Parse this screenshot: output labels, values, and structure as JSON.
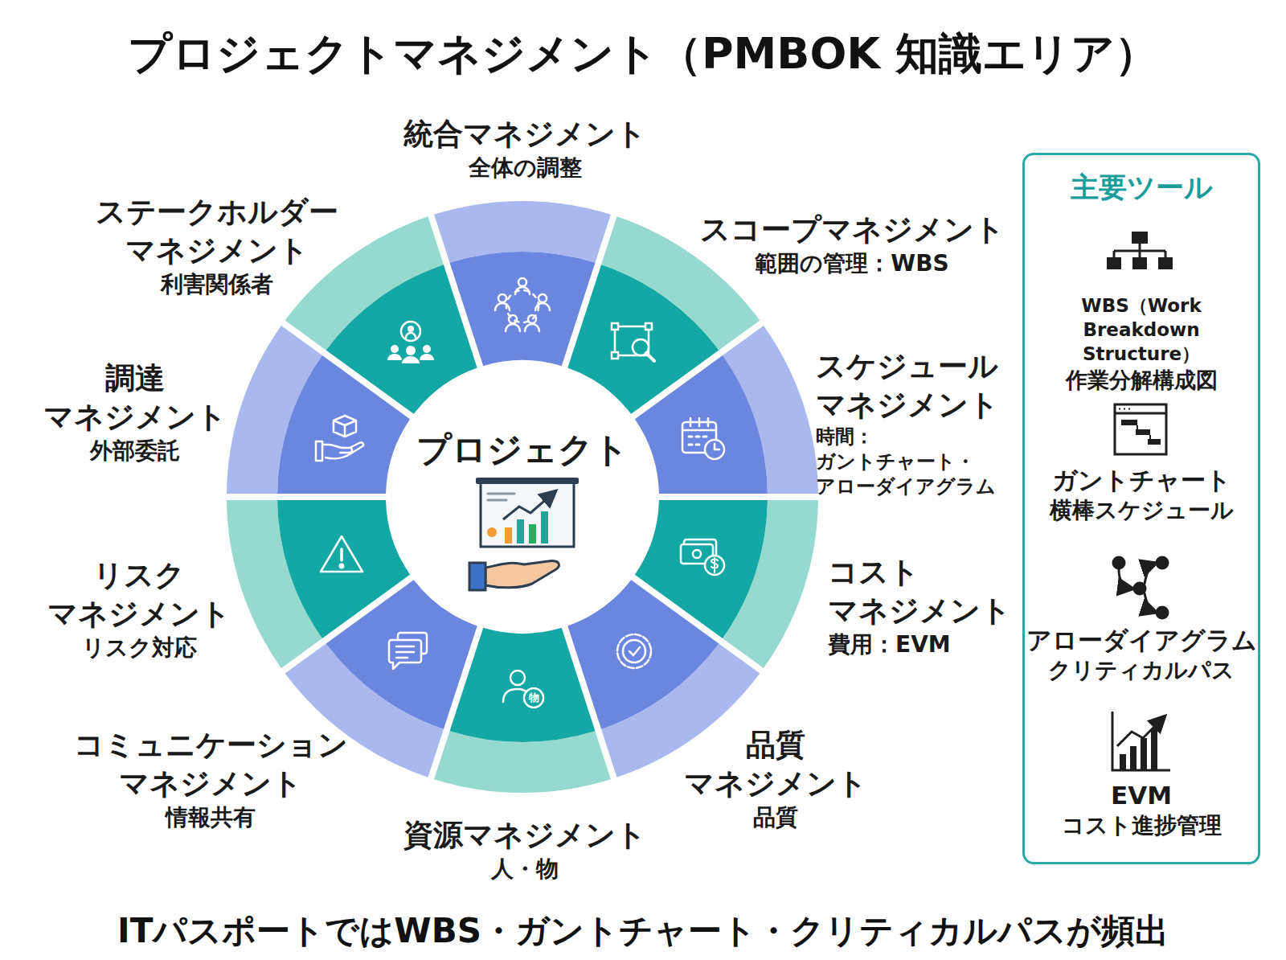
{
  "diagram": {
    "title": "プロジェクトマネジメント（PMBOK 知識エリア）",
    "caption": "ITパスポートではWBS・ガントチャート・クリティカルパスが頻出",
    "nodes": [
      {
        "text": [
          "統合マネジメント",
          "全体の調整"
        ]
      },
      {
        "text": [
          "スコープマネジメント",
          "範囲の管理：WBS"
        ]
      },
      {
        "text": [
          "スケジュール マネジメント",
          "時間： ガントチャート・ アローダイアグラム"
        ]
      },
      {
        "text": [
          "コスト マネジメント",
          "費用：EVM"
        ]
      },
      {
        "text": [
          "品質 マネジメント",
          "品質"
        ]
      },
      {
        "text": [
          "資源マネジメント",
          "人・物"
        ]
      },
      {
        "text": [
          "コミュニケーション マネジメント",
          "情報共有"
        ]
      },
      {
        "text": [
          "リスク マネジメント",
          "リスク対応"
        ]
      },
      {
        "text": [
          "調達 マネジメント",
          "外部委託"
        ]
      },
      {
        "text": [
          "ステークホルダー マネジメント",
          "利害関係者"
        ]
      },
      {
        "text": [
          "プロジェクト"
        ]
      },
      {
        "text": [
          "主要ツール"
        ]
      },
      {
        "text": [
          "WBS（Work Breakdown Structure）",
          "作業分解構成図"
        ],
        "in": 11
      },
      {
        "text": [
          "ガントチャート",
          "横棒スケジュール"
        ],
        "in": 11
      },
      {
        "text": [
          "アローダイアグラム",
          "クリティカルパス"
        ],
        "in": 11
      },
      {
        "text": [
          "EVM",
          "コスト進捗管理"
        ],
        "in": 11
      }
    ],
    "labels": [
      "物"
    ]
  }
}
